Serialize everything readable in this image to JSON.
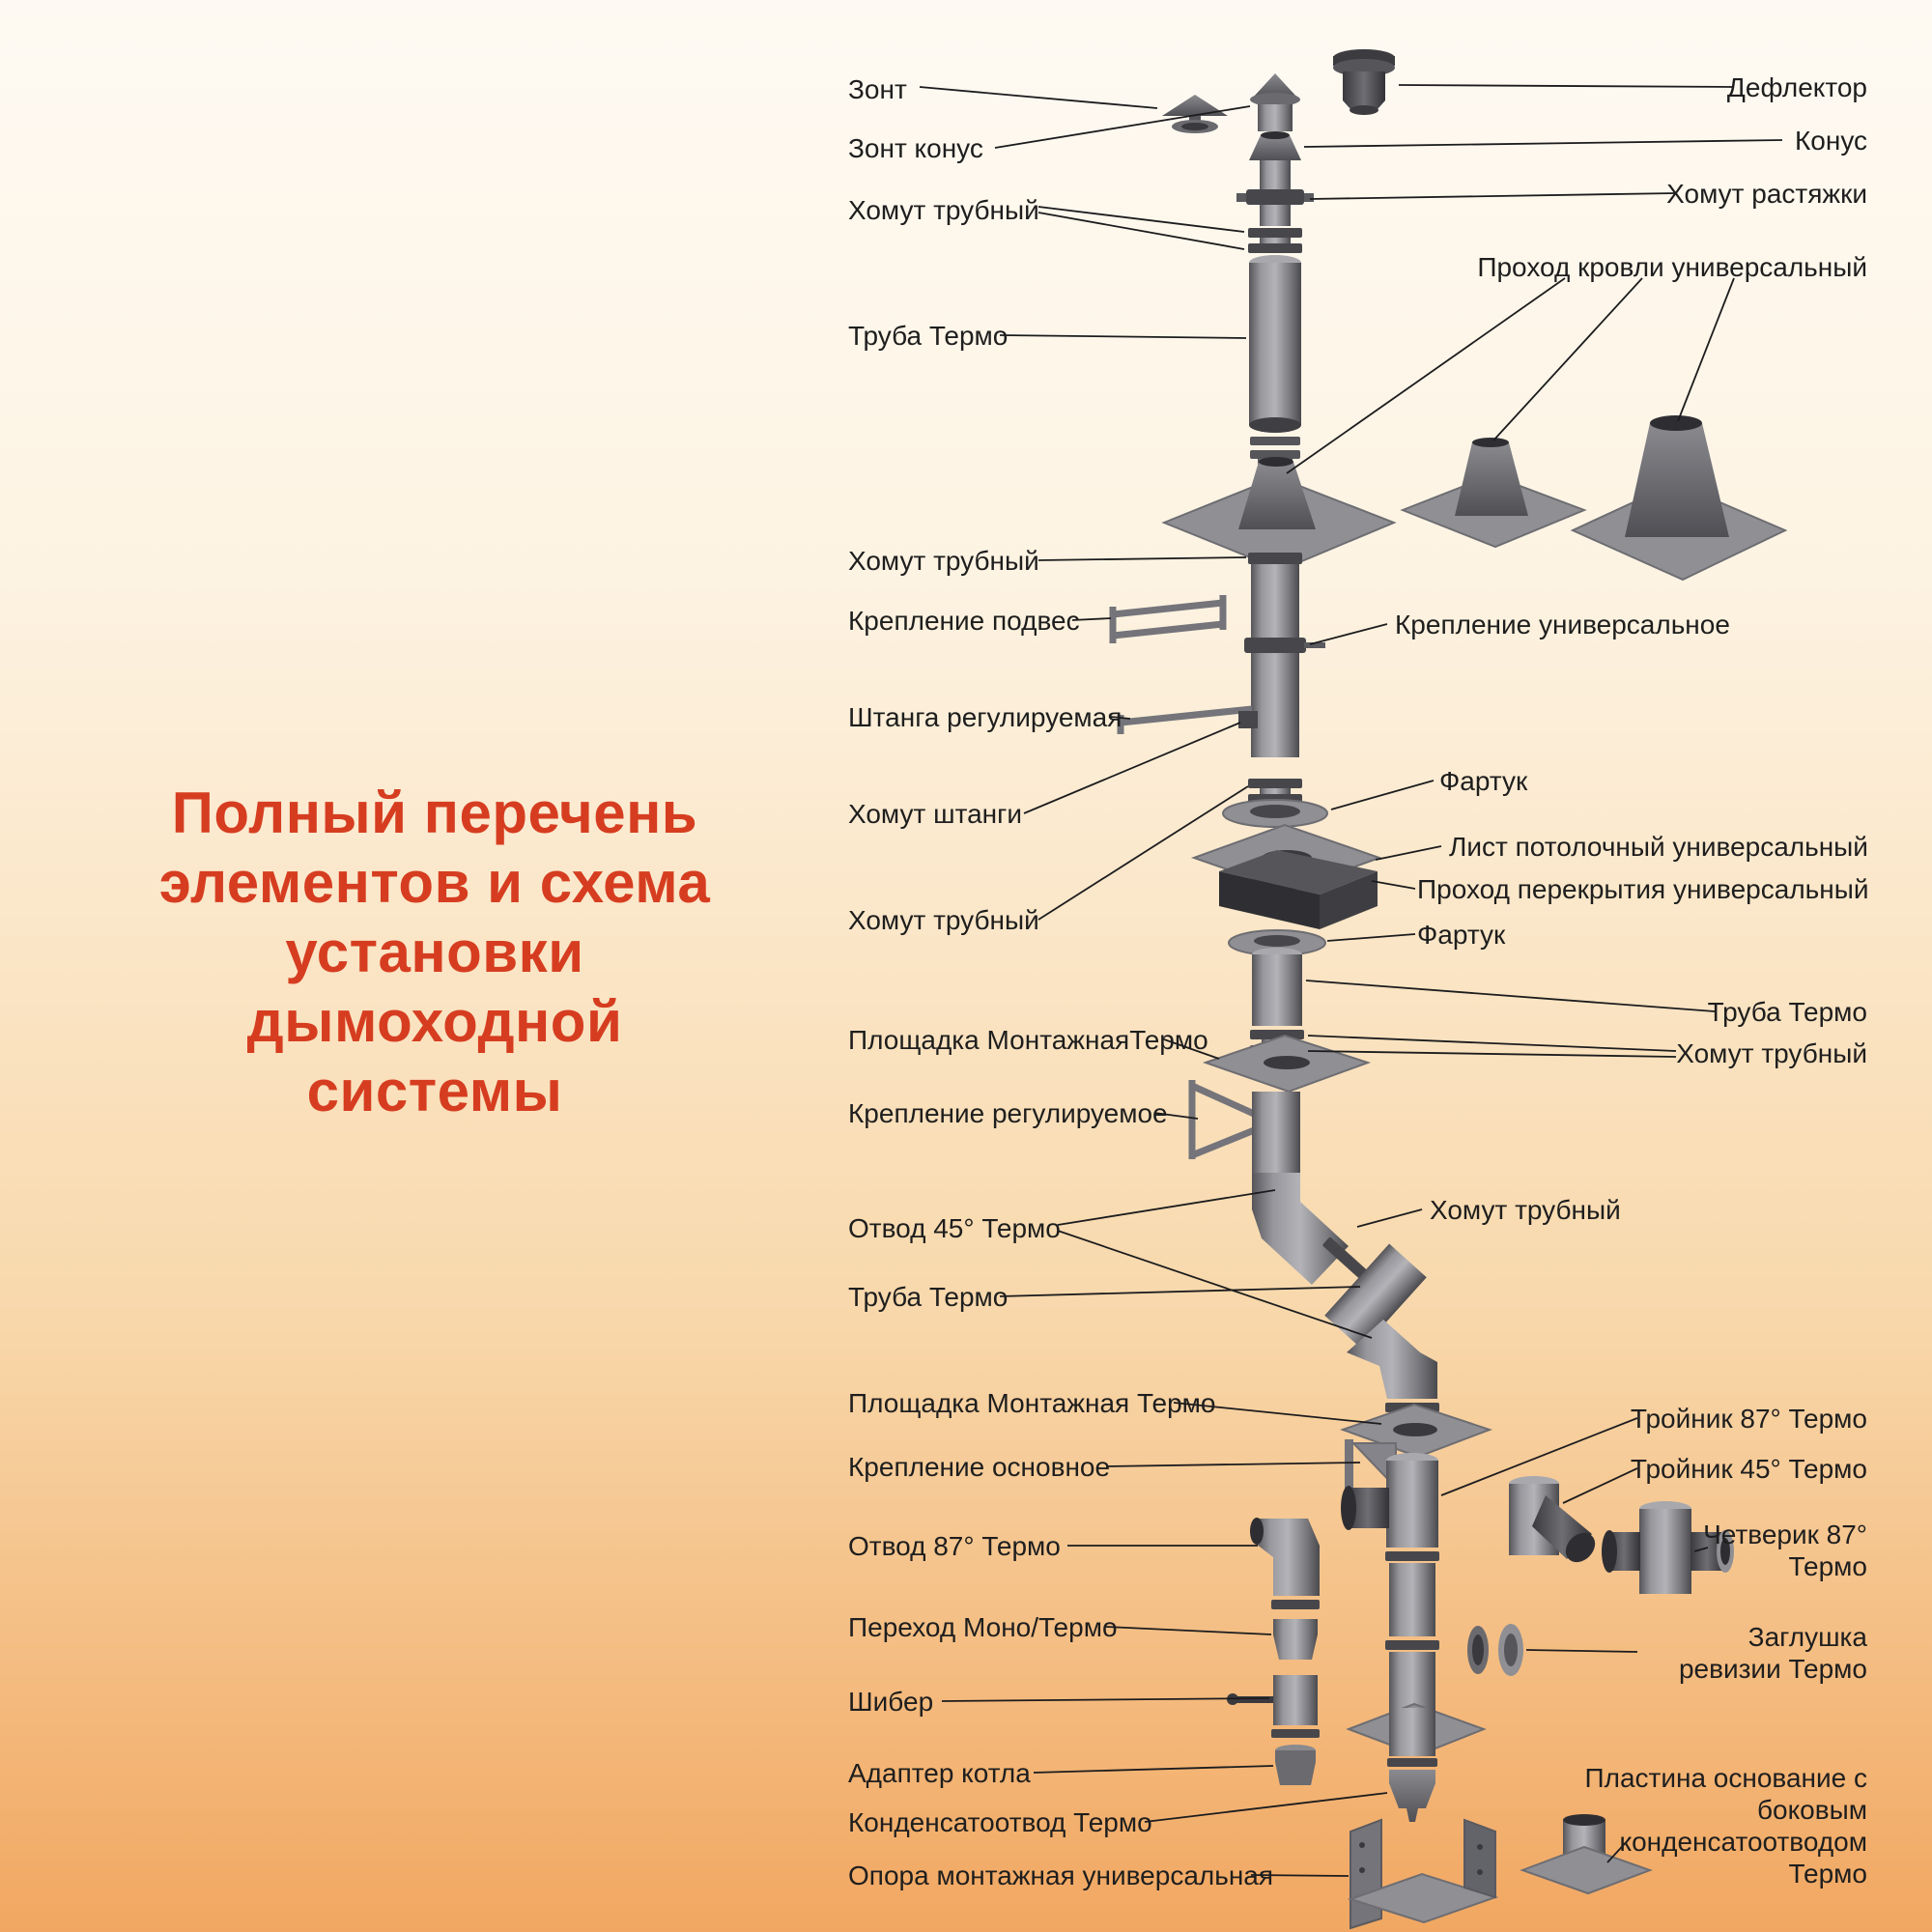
{
  "page": {
    "background_top": "#fefaf3",
    "background_bottom": "#f1a761",
    "accent_color": "#d63d20",
    "label_color": "#1e1e1e",
    "metal_color": "#8f8f94"
  },
  "title": {
    "lines": [
      "Полный перечень",
      "элементов и схема",
      "установки",
      "дымоходной",
      "системы"
    ]
  },
  "labels_left": [
    "Зонт",
    "Зонт конус",
    "Хомут трубный",
    "Труба Термо",
    "Хомут трубный",
    "Крепление подвес",
    "Штанга регулируемая",
    "Хомут штанги",
    "Хомут трубный",
    "Площадка МонтажнаяТермо",
    "Крепление регулируемое",
    "Отвод 45° Термо",
    "Труба Термо",
    "Площадка Монтажная Термо",
    "Крепление основное",
    "Отвод 87° Термо",
    "Переход Моно/Термо",
    "Шибер",
    "Адаптер котла",
    "Конденсатоотвод Термо",
    "Опора монтажная универсальная"
  ],
  "labels_right": [
    "Дефлектор",
    "Конус",
    "Хомут растяжки",
    "Проход кровли универсальный",
    "Крепление универсальное",
    "Фартук",
    "Лист потолочный универсальный",
    "Проход перекрытия универсальный",
    "Фартук",
    "Труба Термо",
    "Хомут трубный",
    "Хомут трубный",
    "Тройник 87° Термо",
    "Тройник 45° Термо",
    "Четверик 87° Термо",
    "Заглушка ревизии Термо",
    "Пластина основание с боковым конденсатоотводом Термо"
  ]
}
